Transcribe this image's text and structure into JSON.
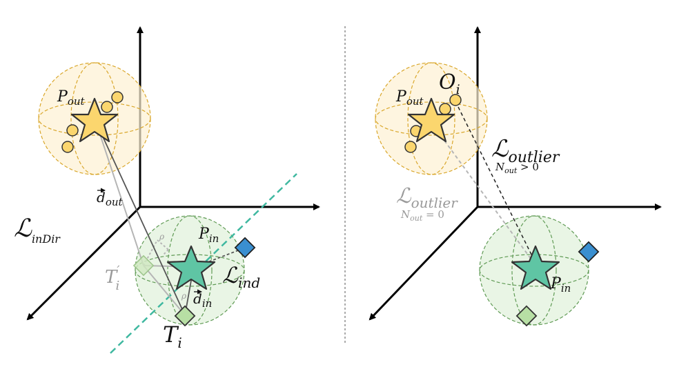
{
  "colors": {
    "outlier_sphere_fill": "#fdf1d3",
    "outlier_sphere_stroke": "#d9a72b",
    "inlier_sphere_fill": "#e3f2df",
    "inlier_sphere_stroke": "#5f9a54",
    "star_outlier": "#fbd66e",
    "star_inlier": "#5fc5a4",
    "diamond_light": "#b7dfa4",
    "diamond_blue": "#3a8fd0",
    "plane_line": "#3fb8a0",
    "gray_line": "#b5b5b5"
  },
  "left_panel": {
    "p_out": {
      "base": "P",
      "sub": "out"
    },
    "d_out": {
      "base": "d",
      "sub": "out"
    },
    "loss_indir": {
      "base": "ℒ",
      "sub": "inDir"
    },
    "p_in": {
      "base": "P",
      "sub": "in"
    },
    "t_i_prime": {
      "base": "T",
      "sup": "′",
      "sub": "i"
    },
    "loss_ind": {
      "base": "ℒ",
      "sub": "ind"
    },
    "d_in": {
      "base": "d",
      "sub": "in"
    },
    "t_i": {
      "base": "T",
      "sub": "i"
    },
    "rho_top": "ρ",
    "rho_bottom": "ρ"
  },
  "right_panel": {
    "p_out": {
      "base": "P",
      "sub": "out"
    },
    "o_i": {
      "base": "O",
      "sub": "i"
    },
    "loss_outlier_black": {
      "base": "ℒ",
      "sub": "outlier",
      "condition": "N",
      "cond_sub": "out",
      "cond_rel": " > 0"
    },
    "loss_outlier_gray": {
      "base": "ℒ",
      "sub": "outlier",
      "condition": "N",
      "cond_sub": "out",
      "cond_rel": " = 0"
    },
    "p_in": {
      "base": "P",
      "sub": "in"
    }
  }
}
